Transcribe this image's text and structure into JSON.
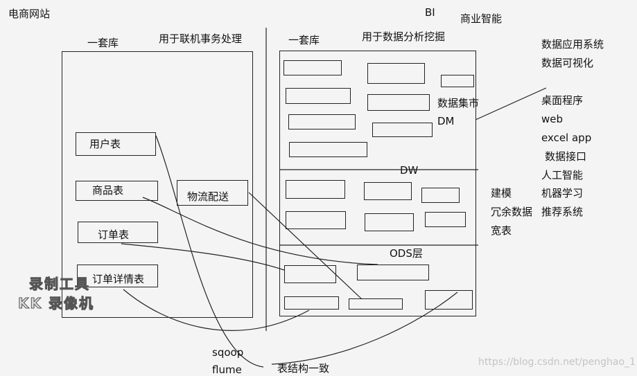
{
  "title": "电商网站",
  "bi": {
    "abbr": "BI",
    "name": "商业智能"
  },
  "oltp": {
    "db_label": "一套库",
    "purpose": "用于联机事务处理"
  },
  "olap": {
    "db_label": "一套库",
    "purpose": "用于数据分析挖掘"
  },
  "tables": {
    "users": "用户表",
    "goods": "商品表",
    "orders": "订单表",
    "order_details": "订单详情表",
    "logistics": "物流配送"
  },
  "layers": {
    "dm_title": "数据集市",
    "dm_abbr": "DM",
    "dw": "DW",
    "ods": "ODS层"
  },
  "dw_notes": [
    "建模",
    "冗余数据",
    "宽表"
  ],
  "applications": [
    "数据应用系统",
    "数据可视化",
    "桌面程序",
    "web",
    "excel app",
    "数据接口",
    "人工智能",
    "机器学习",
    "推荐系统"
  ],
  "tools": [
    "sqoop",
    "flume"
  ],
  "bottom_note": "表结构一致",
  "watermark": {
    "line1": "录制工具",
    "line2": "KK 录像机"
  },
  "credit": "https://blog.csdn.net/penghao_1"
}
